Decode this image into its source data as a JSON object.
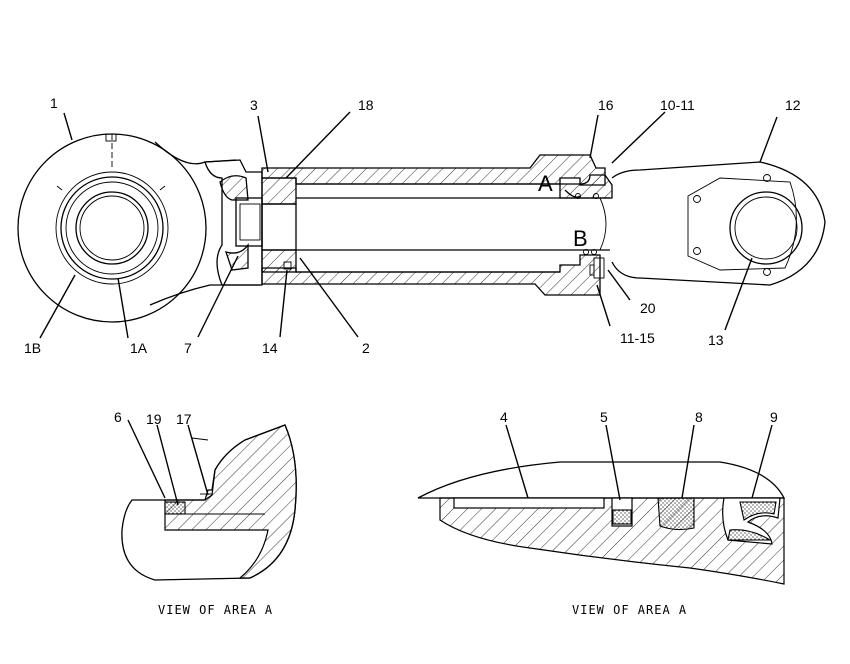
{
  "callouts": {
    "c1": "1",
    "c1A": "1A",
    "c1B": "1B",
    "c2": "2",
    "c3": "3",
    "c7": "7",
    "c10_11": "10-11",
    "c11_15": "11-15",
    "c12": "12",
    "c13": "13",
    "c14": "14",
    "c16": "16",
    "c18": "18",
    "c20": "20",
    "c6": "6",
    "c19": "19",
    "c17": "17",
    "c4": "4",
    "c5": "5",
    "c8": "8",
    "c9": "9"
  },
  "port_labels": {
    "a": "A",
    "b": "B"
  },
  "captions": {
    "left_view": "VIEW OF AREA A",
    "right_view": "VIEW OF AREA A"
  }
}
